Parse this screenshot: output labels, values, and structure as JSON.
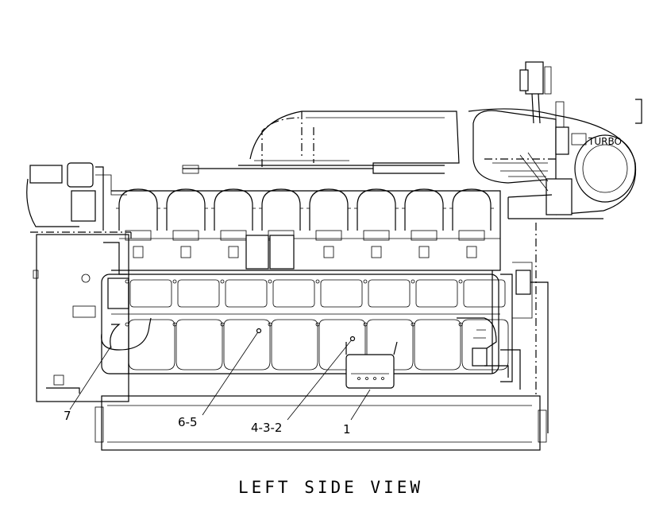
{
  "caption": "LEFT SIDE VIEW",
  "turbo_label": "TURBO",
  "callouts": {
    "c7": "7",
    "c65": "6-5",
    "c432": "4-3-2",
    "c1": "1"
  }
}
